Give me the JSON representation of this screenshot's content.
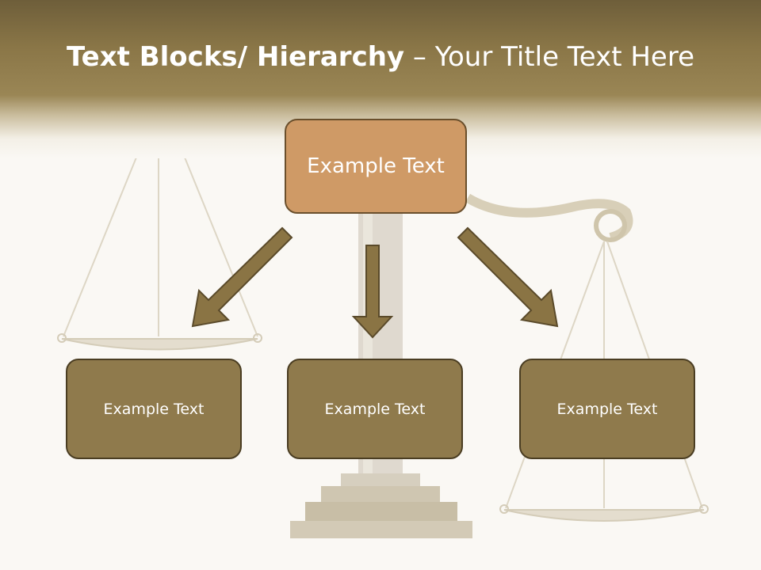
{
  "title": {
    "bold": "Text Blocks/ Hierarchy",
    "separator": " – ",
    "regular": "Your Title Text Here"
  },
  "top_node": {
    "label": "Example Text"
  },
  "child_nodes": [
    {
      "label": "Example Text"
    },
    {
      "label": "Example Text"
    },
    {
      "label": "Example Text"
    }
  ],
  "colors": {
    "header": "#8a7647",
    "top_box": "#cf9a66",
    "child_box": "#8f7a4c",
    "arrow": "#8a7444",
    "border": "#4a3d22"
  }
}
